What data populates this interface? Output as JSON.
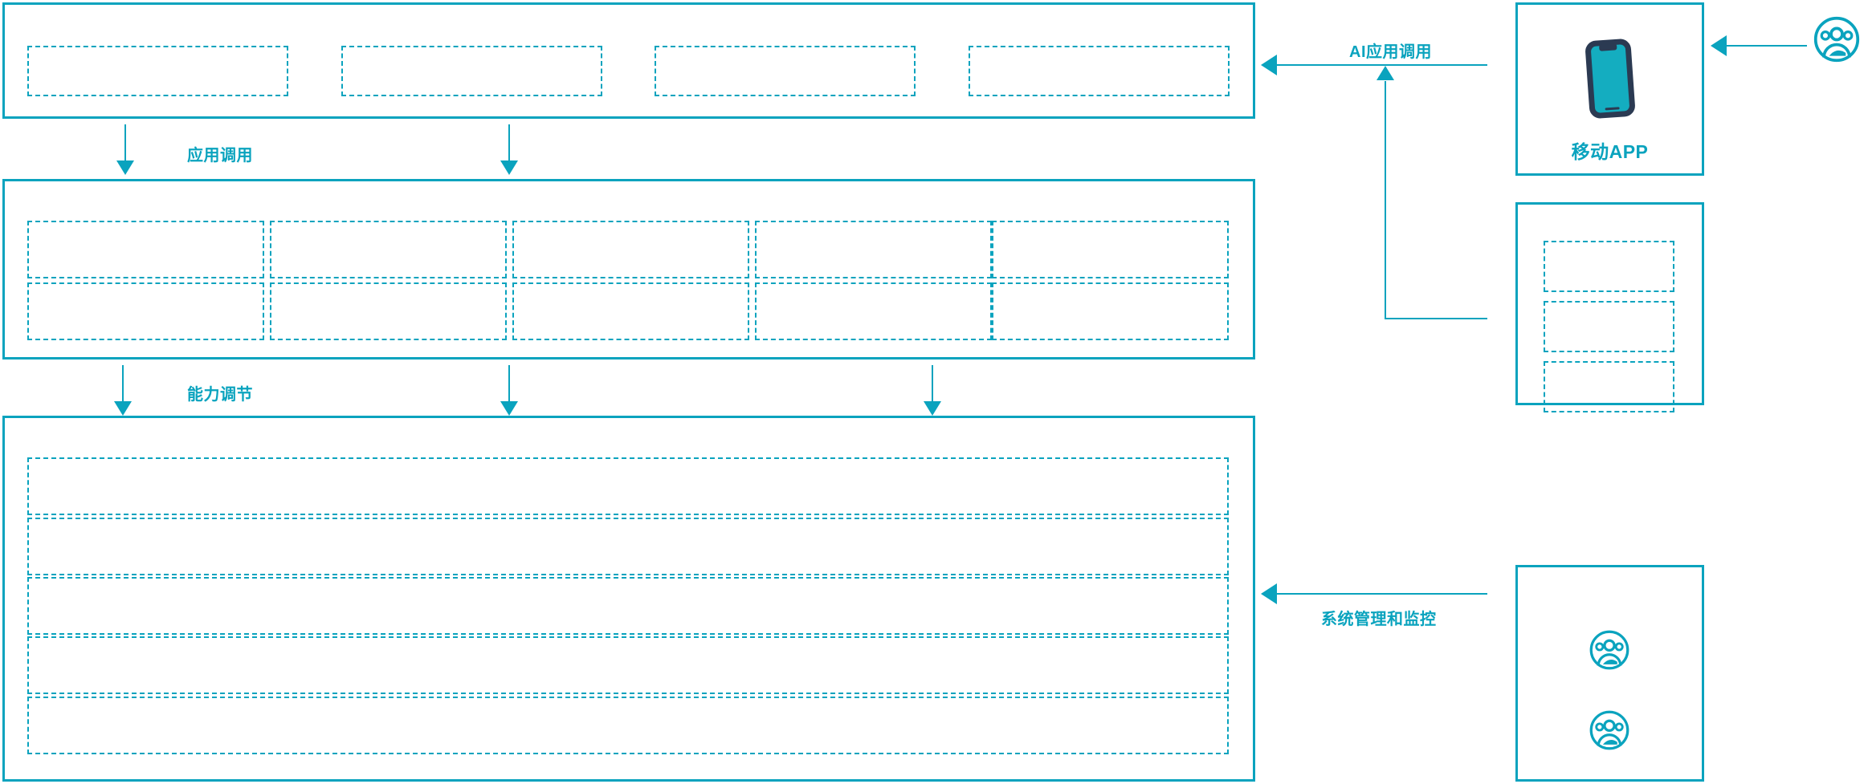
{
  "theme": {
    "accent": "#0AA3BE",
    "device_frame": "#2B3A52",
    "device_screen": "#14ADC0",
    "background": "#FFFFFF"
  },
  "layers": {
    "application_layer": {
      "name": "application-layer-panel",
      "boxes": [
        {
          "name": "application-slot-1",
          "label": ""
        },
        {
          "name": "application-slot-2",
          "label": ""
        },
        {
          "name": "application-slot-3",
          "label": ""
        },
        {
          "name": "application-slot-4",
          "label": ""
        }
      ]
    },
    "capability_layer": {
      "name": "capability-layer-panel",
      "boxes": [
        {
          "name": "capability-slot-r1c1",
          "label": ""
        },
        {
          "name": "capability-slot-r1c2",
          "label": ""
        },
        {
          "name": "capability-slot-r1c3",
          "label": ""
        },
        {
          "name": "capability-slot-r1c4",
          "label": ""
        },
        {
          "name": "capability-slot-r1c5",
          "label": ""
        },
        {
          "name": "capability-slot-r2c1",
          "label": ""
        },
        {
          "name": "capability-slot-r2c2",
          "label": ""
        },
        {
          "name": "capability-slot-r2c3",
          "label": ""
        },
        {
          "name": "capability-slot-r2c4",
          "label": ""
        },
        {
          "name": "capability-slot-r2c5",
          "label": ""
        }
      ]
    },
    "platform_layer": {
      "name": "platform-layer-panel",
      "boxes": [
        {
          "name": "platform-row-1",
          "label": ""
        },
        {
          "name": "platform-row-2",
          "label": ""
        },
        {
          "name": "platform-row-3",
          "label": ""
        },
        {
          "name": "platform-row-4",
          "label": ""
        },
        {
          "name": "platform-row-5",
          "label": ""
        }
      ]
    }
  },
  "flows": {
    "app_invoke": {
      "label": "应用调用"
    },
    "capability_adjust": {
      "label": "能力调节"
    },
    "ai_app_invoke": {
      "label": "AI应用调用"
    },
    "system_admin_monitor": {
      "label": "系统管理和监控"
    }
  },
  "side_nodes": {
    "mobile_app": {
      "name": "mobile-app-node",
      "label": "移动APP",
      "icon": "smartphone-icon"
    },
    "channel_stack": {
      "name": "channel-stack-node",
      "label": "",
      "boxes": [
        {
          "name": "channel-slot-1",
          "label": ""
        },
        {
          "name": "channel-slot-2",
          "label": ""
        },
        {
          "name": "channel-slot-3",
          "label": ""
        }
      ]
    },
    "operations": {
      "name": "operations-node",
      "label": "",
      "icons": [
        {
          "name": "user-group-icon-1",
          "icon": "user-group-icon"
        },
        {
          "name": "user-group-icon-2",
          "icon": "user-group-icon"
        }
      ]
    },
    "end_user": {
      "name": "end-user-actor",
      "label": "",
      "icon": "user-group-icon"
    }
  }
}
